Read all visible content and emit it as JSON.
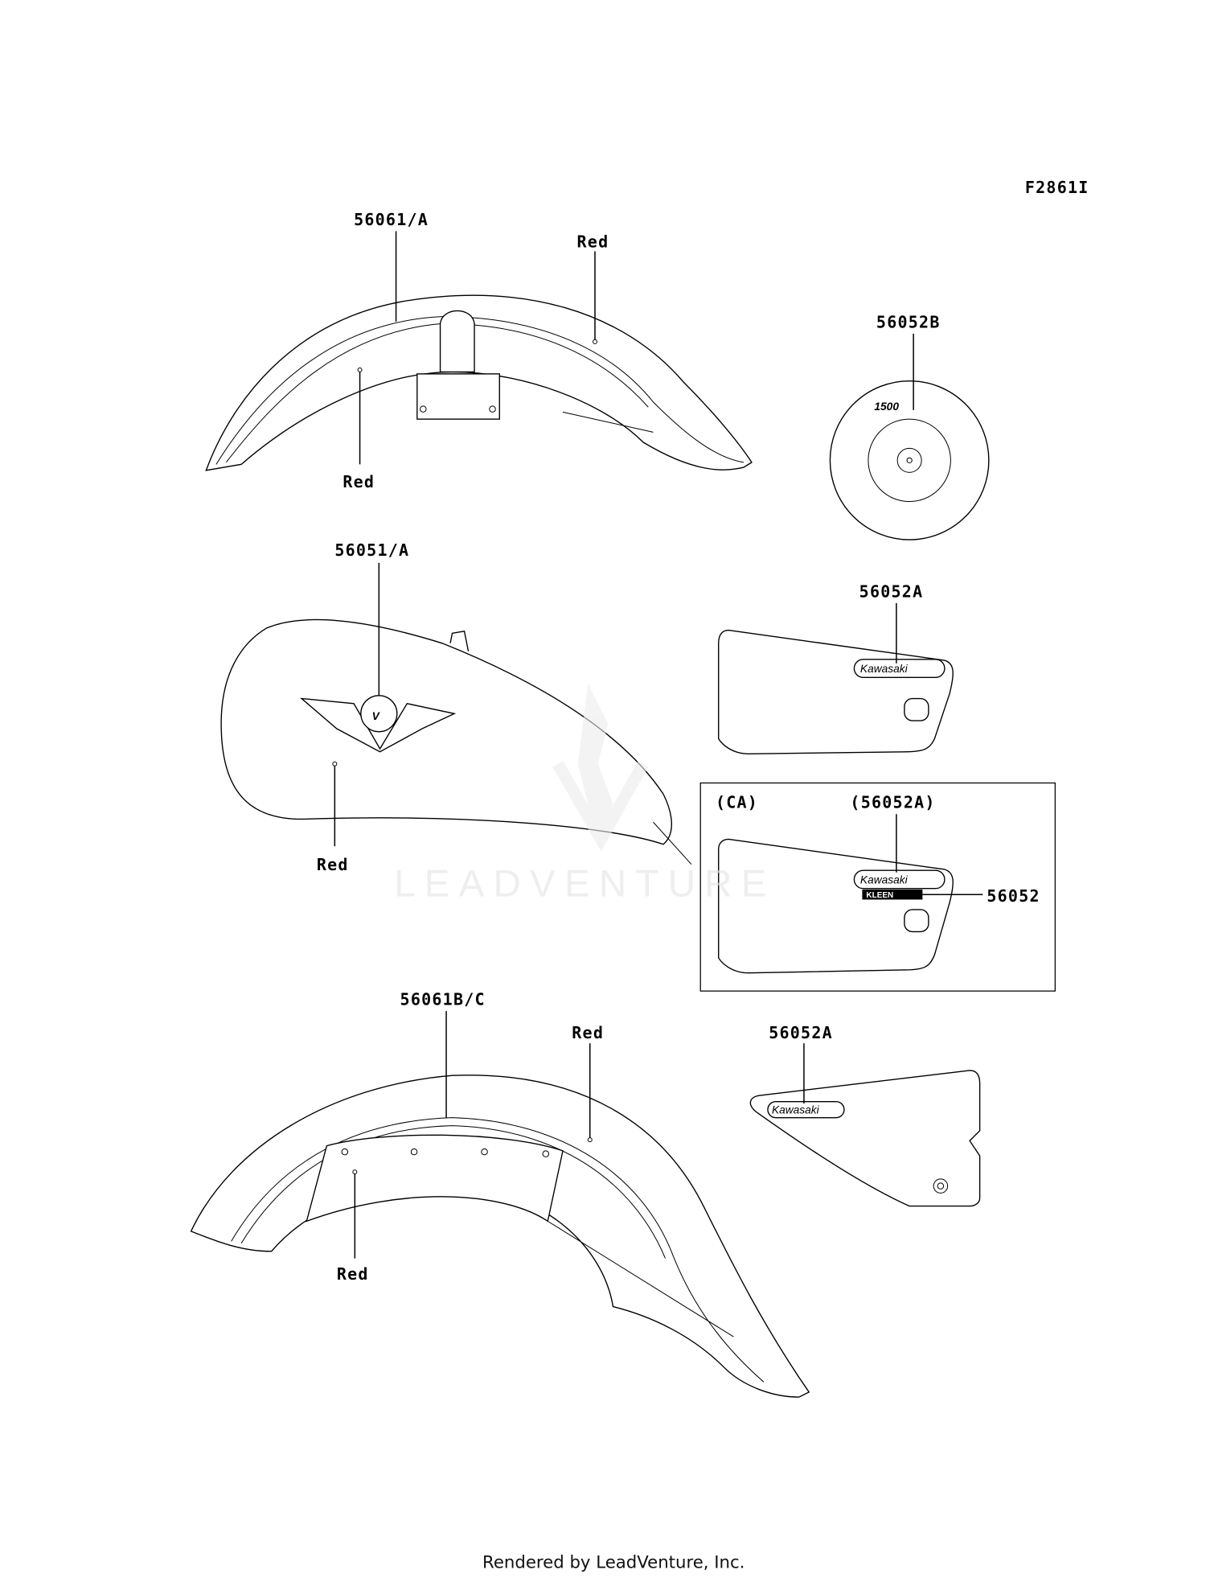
{
  "diagram_id": "F2861I",
  "watermark": "LEADVENTURE",
  "footer": "Rendered by LeadVenture, Inc.",
  "callouts": {
    "front_fender_decal": "56061/A",
    "front_fender_red_top": "Red",
    "front_fender_red_bottom": "Red",
    "emblem_1500": "56052B",
    "tank_emblem": "56051/A",
    "tank_red": "Red",
    "side_cover_emblem": "56052A",
    "ca_region": "(CA)",
    "ca_side_cover_emblem": "(56052A)",
    "ca_label": "56052",
    "rear_fender_decal": "56061B/C",
    "rear_fender_red_top": "Red",
    "rear_fender_red_bottom": "Red",
    "rear_side_cover_emblem": "56052A"
  },
  "logos": {
    "emblem_number": "1500",
    "brand": "Kawasaki",
    "ca_sub_label": "KLEEN"
  }
}
